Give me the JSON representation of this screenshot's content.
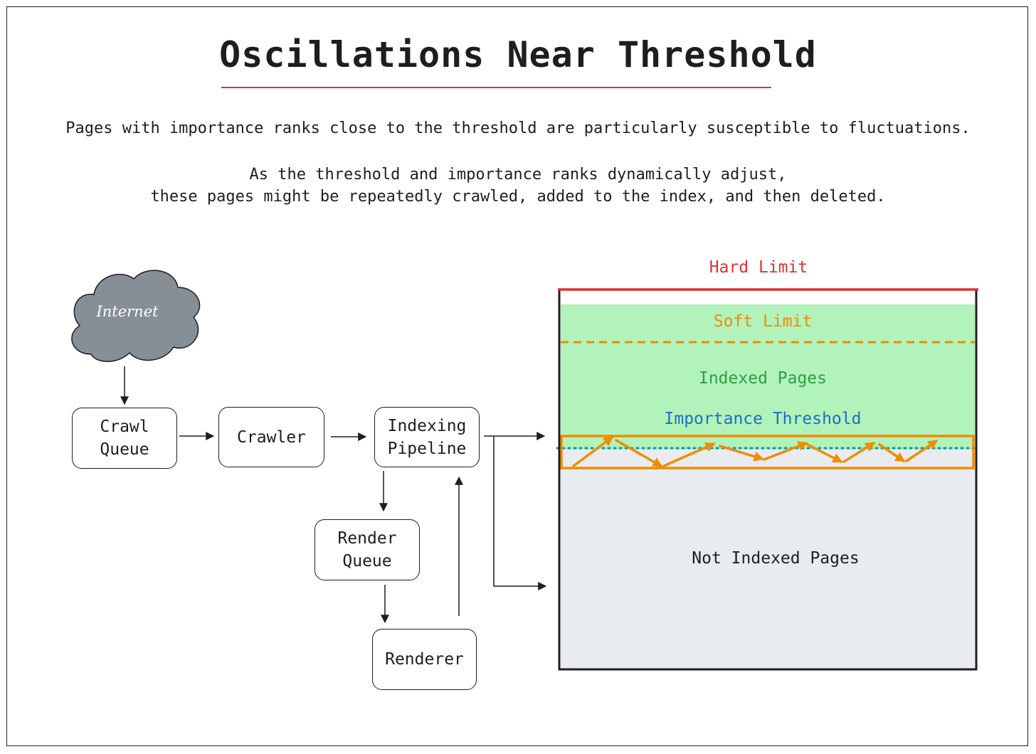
{
  "title": "Oscillations Near Threshold",
  "description": {
    "line1": "Pages with importance ranks close to the threshold are particularly susceptible to fluctuations.",
    "line2": "As the threshold and importance ranks dynamically adjust,",
    "line3": "these pages might be repeatedly crawled, added to the index, and then deleted."
  },
  "flow": {
    "internet": "Internet",
    "crawl_queue": "Crawl\nQueue",
    "crawler": "Crawler",
    "indexing_pipeline": "Indexing\nPipeline",
    "render_queue": "Render\nQueue",
    "renderer": "Renderer"
  },
  "index_box": {
    "hard_limit": "Hard Limit",
    "soft_limit": "Soft Limit",
    "indexed_pages": "Indexed Pages",
    "importance_threshold": "Importance Threshold",
    "not_indexed_pages": "Not Indexed Pages"
  },
  "colors": {
    "hard_limit": "#e03131",
    "soft_limit": "#f08c00",
    "indexed_text": "#2f9e44",
    "indexed_fill": "#b2f2bb",
    "threshold": "#1971c2",
    "threshold_dots": "#1098ad",
    "not_indexed_fill": "#e9ecef",
    "cloud": "#868e96",
    "oscillation": "#f08c00"
  }
}
